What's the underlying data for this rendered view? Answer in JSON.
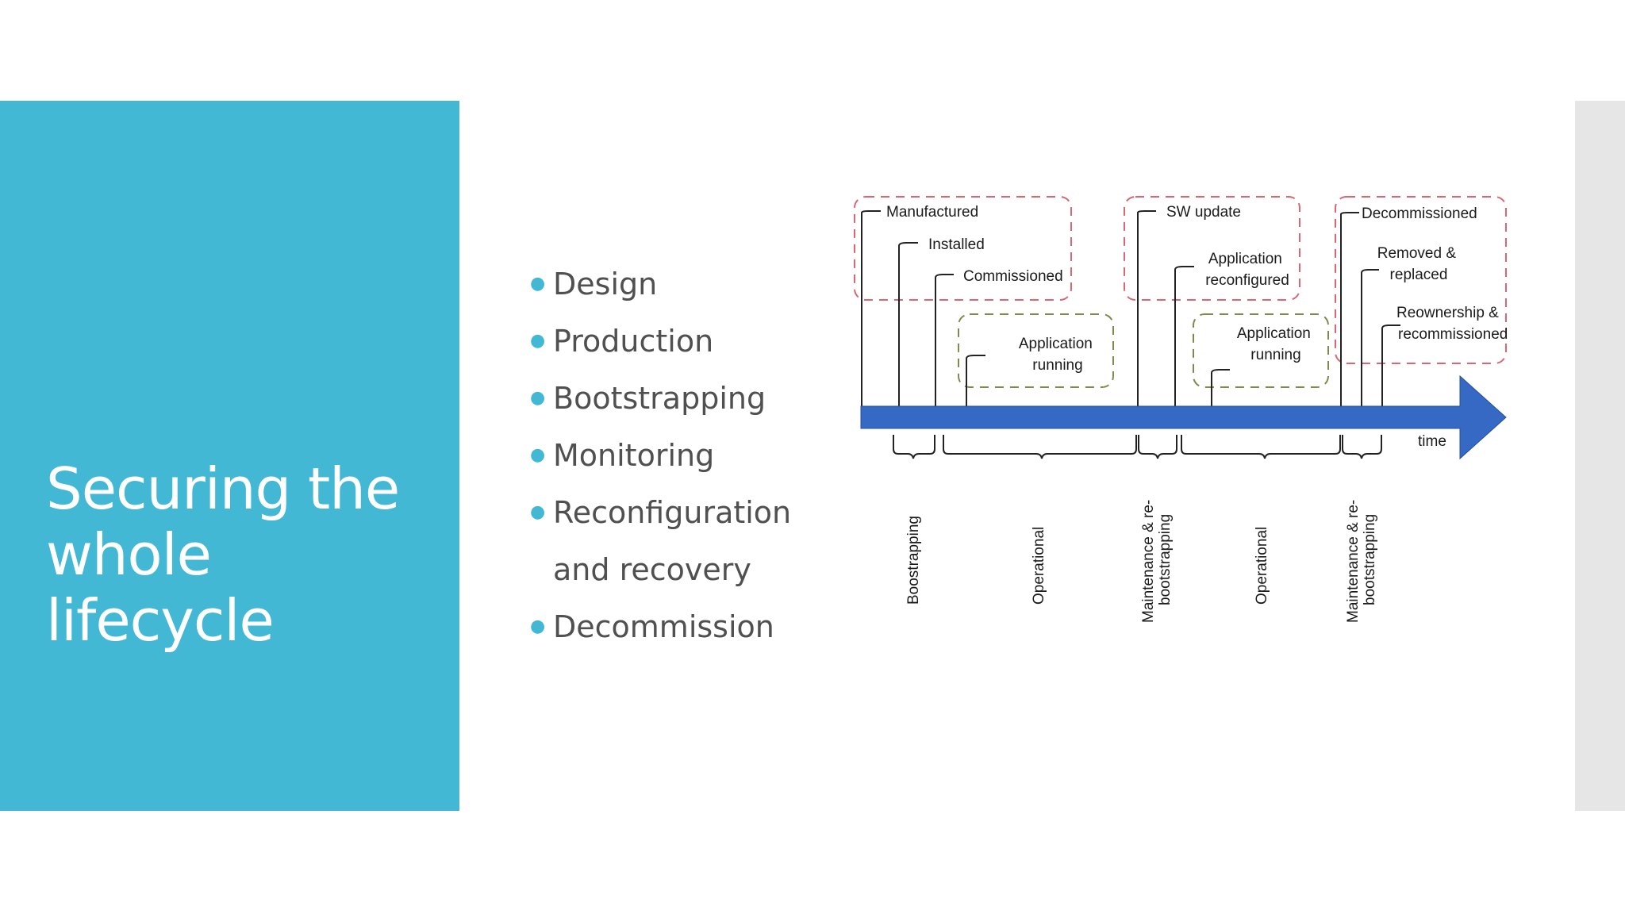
{
  "slide": {
    "title": "Securing the whole lifecycle",
    "bullets": [
      "Design",
      "Production",
      "Bootstrapping",
      "Monitoring",
      "Reconfiguration and recovery",
      "Decommission"
    ]
  },
  "diagram": {
    "axis_label": "time",
    "events": {
      "manufactured": "Manufactured",
      "installed": "Installed",
      "commissioned": "Commissioned",
      "app_running_1": [
        "Application",
        "running"
      ],
      "sw_update": "SW update",
      "app_reconfigured": [
        "Application",
        "reconfigured"
      ],
      "app_running_2": [
        "Application",
        "running"
      ],
      "decommissioned": "Decommissioned",
      "removed_replaced": [
        "Removed &",
        "replaced"
      ],
      "reownership": [
        "Reownership &",
        "recommissioned"
      ]
    },
    "phases": {
      "bootstrapping": "Boostrapping",
      "operational_1": "Operational",
      "maintenance_1": [
        "Maintenance & re-",
        "bootstrapping"
      ],
      "operational_2": "Operational",
      "maintenance_2": [
        "Maintenance & re-",
        "bootstrapping"
      ]
    },
    "colors": {
      "arrow": "#3569c4",
      "device_group_border": "#d76873",
      "app_group_border": "#7f8b4c",
      "accent": "#42b8d4"
    }
  }
}
